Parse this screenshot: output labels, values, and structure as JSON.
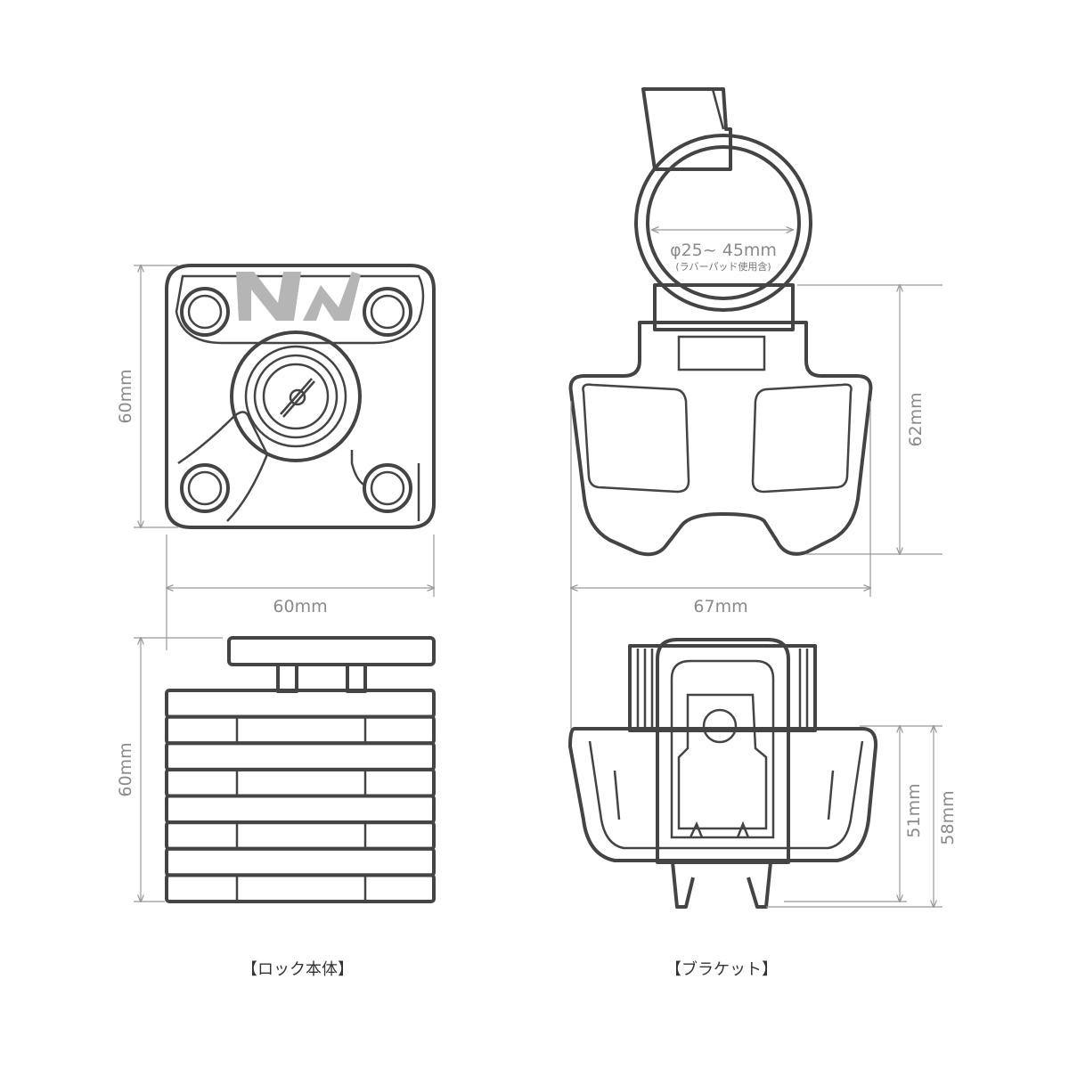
{
  "lock_body": {
    "caption": "【ロック本体】",
    "top_view": {
      "height_label": "60mm",
      "width_label": "60mm"
    },
    "side_view": {
      "height_label": "60mm"
    }
  },
  "bracket": {
    "caption": "【ブラケット】",
    "top_view": {
      "clamp_diameter_label": "φ25~ 45mm",
      "clamp_note": "(ラバーパッド使用含)",
      "height_label": "62mm",
      "width_label": "67mm"
    },
    "back_view": {
      "inner_height_label": "51mm",
      "outer_height_label": "58mm"
    }
  },
  "colors": {
    "line": "#444444",
    "dimension": "#9a9a9a",
    "logo": "#b5b5b5"
  }
}
